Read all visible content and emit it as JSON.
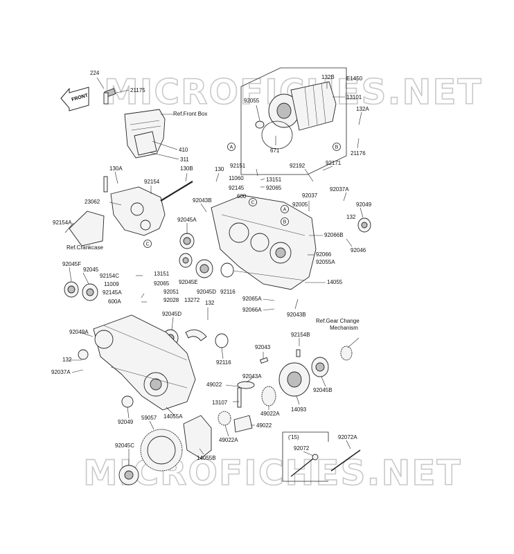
{
  "watermark": "MICROFICHES.NET",
  "front_arrow": "FRONT",
  "ref_front_box": "Ref.Front Box",
  "ref_crankcase": "Ref.Crankcase",
  "ref_gear_change_line1": "Ref.Gear Change",
  "ref_gear_change_line2": "Mechanism",
  "year_note": "('15)",
  "callouts": [
    "A",
    "B",
    "C"
  ],
  "labels": {
    "p224": "224",
    "p21175": "21175",
    "p410": "410",
    "p311": "311",
    "p132B": "132B",
    "pE1450": "E1450",
    "p13101": "13101",
    "p92055": "92055",
    "p671": "671",
    "p132A": "132A",
    "p21176": "21176",
    "p130A": "130A",
    "p92154": "92154",
    "p130B": "130B",
    "p23062": "23062",
    "p92154A": "92154A",
    "p130": "130",
    "p92043B": "92043B",
    "p92045A": "92045A",
    "p92151": "92151",
    "p11060": "11060",
    "p13151a": "13151",
    "p92145": "92145",
    "p92065a": "92065",
    "p600": "600",
    "p92192": "92192",
    "p92171": "92171",
    "p92037A": "92037A",
    "p92037": "92037",
    "p92005": "92005",
    "p132a": "132",
    "p92049a": "92049",
    "p92066B": "92066B",
    "p92046": "92046",
    "p92066": "92066",
    "p92055A": "92055A",
    "p14055": "14055",
    "p92065A": "92065A",
    "p92066A": "92066A",
    "p92043Ba": "92043B",
    "p92116a": "92116",
    "p92045D": "92045D",
    "p92045E": "92045E",
    "p92045F": "92045F",
    "p92045": "92045",
    "p92154C": "92154C",
    "p13151b": "13151",
    "p11009": "11009",
    "p92065b": "92065",
    "p92145A": "92145A",
    "p92051": "92051",
    "p600A": "600A",
    "p92028": "92028",
    "p13272": "13272",
    "p132b": "132",
    "p92045D2": "92045D",
    "p92049A": "92049A",
    "p132c": "132",
    "p92037Ab": "92037A",
    "p92116b": "92116",
    "p92043": "92043",
    "p92154B": "92154B",
    "p49022": "49022",
    "p92043A": "92043A",
    "p13107": "13107",
    "p49022A": "49022A",
    "p14093": "14093",
    "p92045B": "92045B",
    "p92049b": "92049",
    "p59057": "59057",
    "p14055A": "14055A",
    "p49022A2": "49022A",
    "p49022b": "49022",
    "p14055B": "14055B",
    "p92045C": "92045C",
    "p92072": "92072",
    "p92072A": "92072A"
  }
}
